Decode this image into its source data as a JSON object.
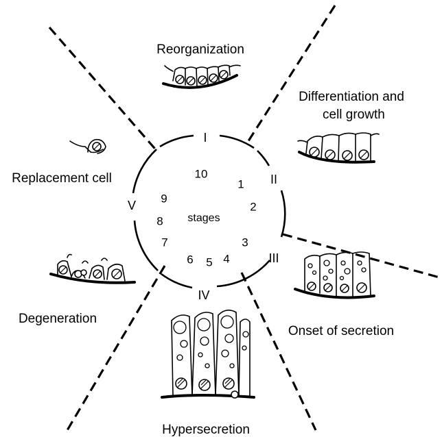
{
  "diagram": {
    "center_label": "stages",
    "phases": [
      {
        "numeral": "I",
        "label": "Reorganization",
        "label_lines": [
          "Reorganization"
        ]
      },
      {
        "numeral": "II",
        "label": "Differentiation and cell growth",
        "label_lines": [
          "Differentiation and",
          "cell growth"
        ]
      },
      {
        "numeral": "III",
        "label": "Onset of secretion",
        "label_lines": [
          "Onset of secretion"
        ]
      },
      {
        "numeral": "IV",
        "label": "Hypersecretion",
        "label_lines": [
          "Hypersecretion"
        ]
      },
      {
        "numeral": "V",
        "label": "Degeneration",
        "label_lines": [
          "Degeneration"
        ]
      }
    ],
    "extra_label": "Replacement cell",
    "stage_numbers": [
      "1",
      "2",
      "3",
      "4",
      "5",
      "6",
      "7",
      "8",
      "9",
      "10"
    ]
  }
}
